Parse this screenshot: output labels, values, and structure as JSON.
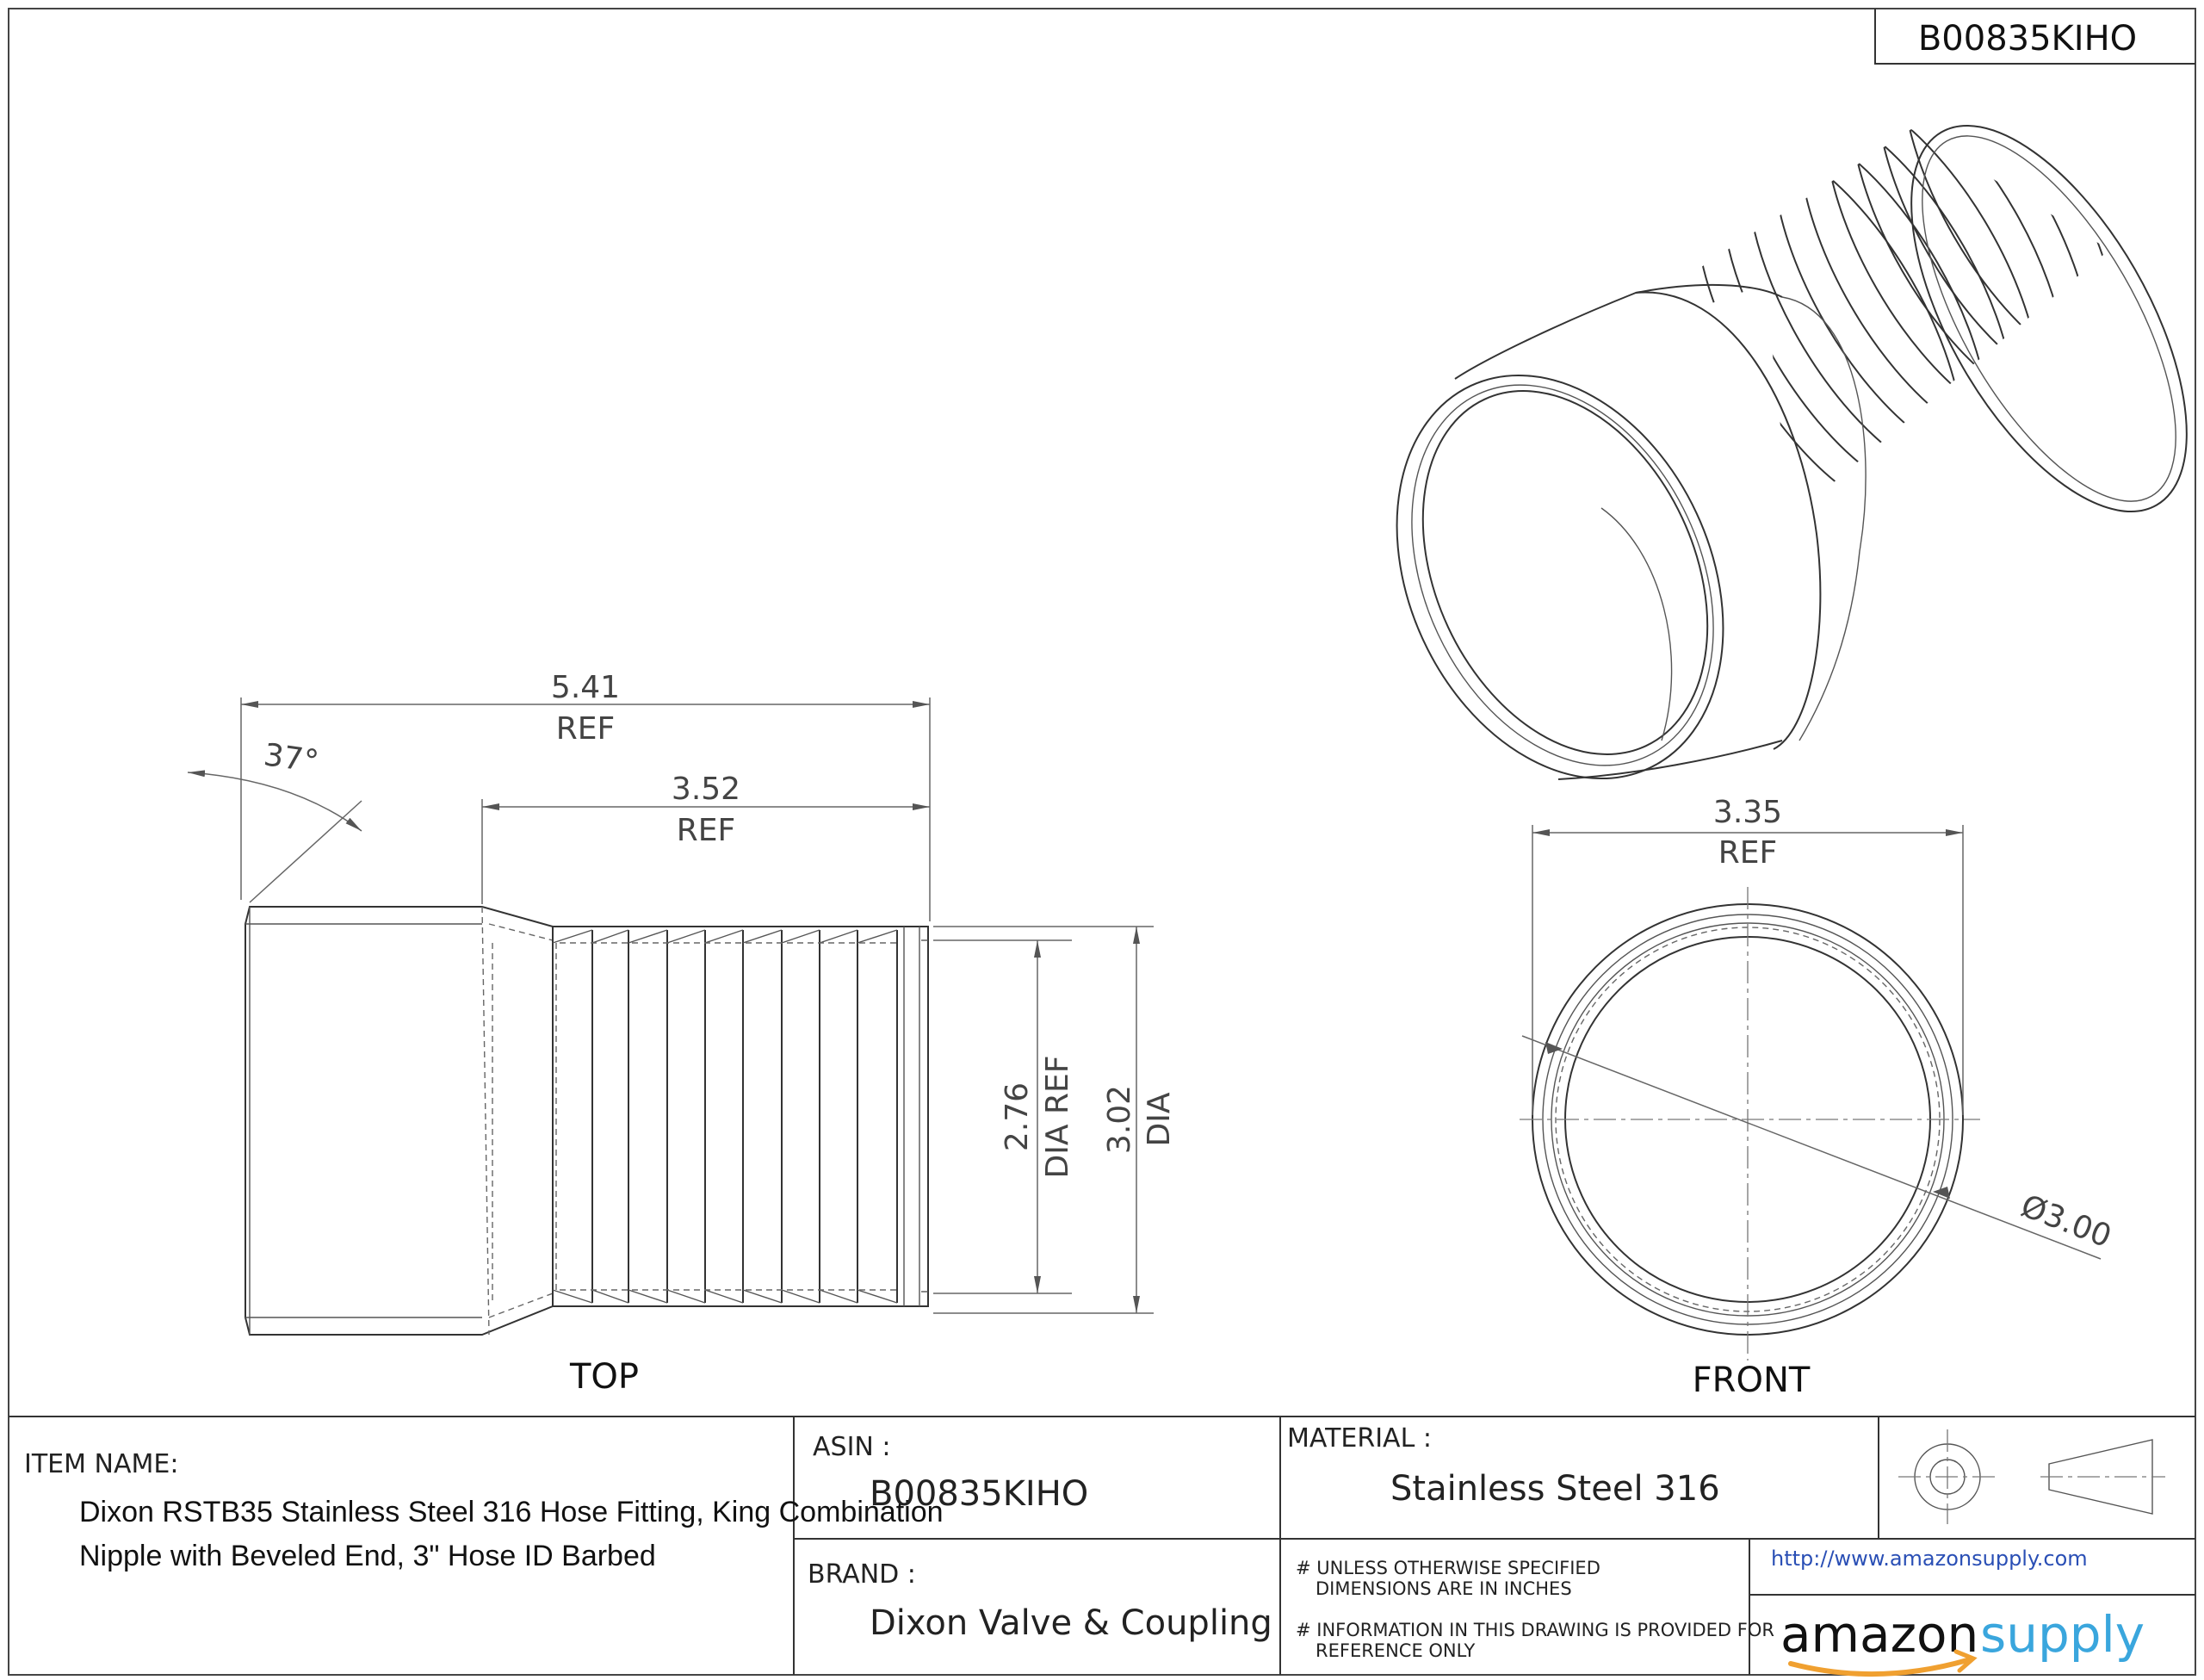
{
  "drawing_id": "B00835KIHO",
  "views": {
    "top_label": "TOP",
    "front_label": "FRONT"
  },
  "dimensions": {
    "overall_length": "5.41",
    "overall_length_note": "REF",
    "barb_length": "3.52",
    "barb_length_note": "REF",
    "bevel_angle": "37°",
    "inner_dia": "2.76",
    "inner_dia_note": "DIA REF",
    "outer_dia": "3.02",
    "outer_dia_note": "DIA",
    "front_width": "3.35",
    "front_width_note": "REF",
    "front_dia": "Ø3.00"
  },
  "title_block": {
    "item_name_label": "ITEM NAME:",
    "item_name_line1": "Dixon RSTB35 Stainless Steel 316 Hose Fitting, King Combination",
    "item_name_line2": "Nipple with Beveled End, 3\" Hose ID Barbed",
    "asin_label": "ASIN :",
    "asin_value": "B00835KIHO",
    "material_label": "MATERIAL :",
    "material_value": "Stainless Steel 316",
    "brand_label": "BRAND :",
    "brand_value": "Dixon Valve & Coupling",
    "note1_line1": "# UNLESS OTHERWISE SPECIFIED",
    "note1_line2": "DIMENSIONS ARE IN INCHES",
    "note2_line1": "# INFORMATION IN THIS DRAWING IS PROVIDED FOR",
    "note2_line2": "REFERENCE ONLY",
    "url": "http://www.amazonsupply.com",
    "logo_part1": "amazon",
    "logo_part2": "supply"
  },
  "colors": {
    "logo_supply": "#3aa6dd",
    "logo_arrow": "#f0a030",
    "url": "#2a4fb5"
  }
}
